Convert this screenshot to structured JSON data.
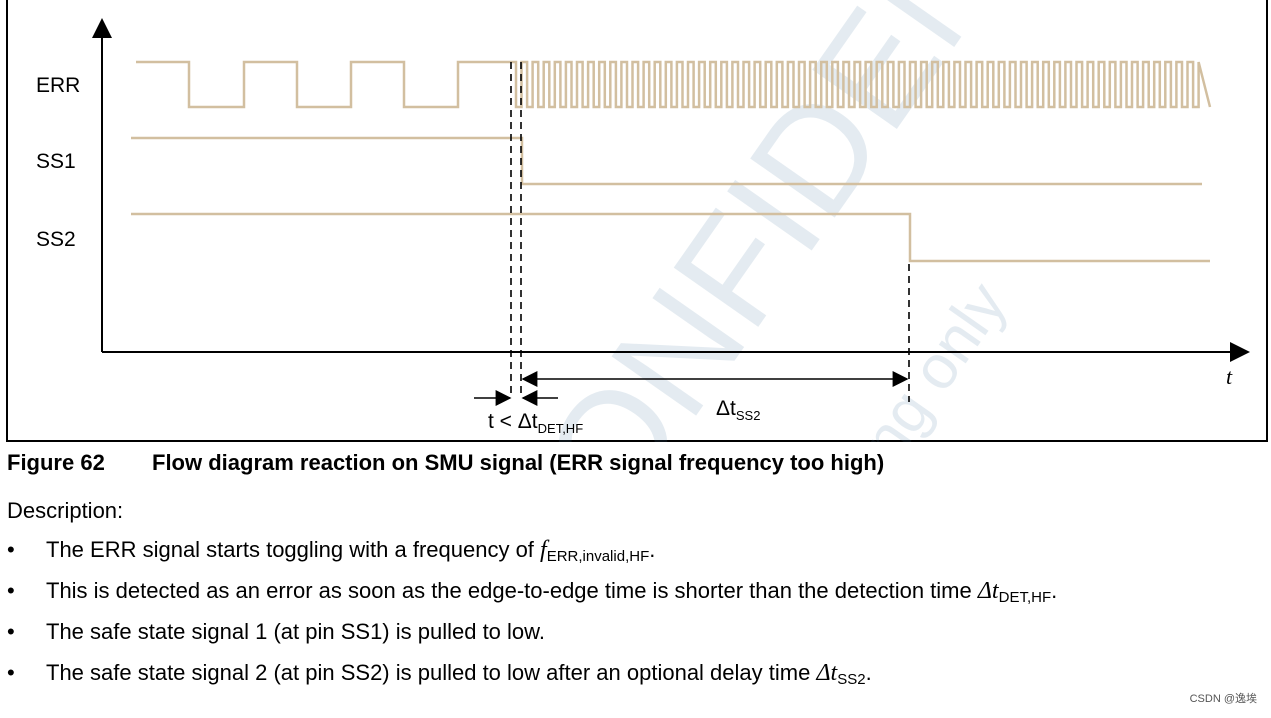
{
  "diagram": {
    "signals": [
      {
        "id": "err",
        "label": "ERR"
      },
      {
        "id": "ss1",
        "label": "SS1"
      },
      {
        "id": "ss2",
        "label": "SS2"
      }
    ],
    "time_axis_label": "t",
    "annotation_det": {
      "text": "t < Δt",
      "sub": "DET,HF"
    },
    "annotation_ss2": {
      "text": "Δt",
      "sub": "SS2"
    },
    "signal_color": "#d2bfa0",
    "watermark": {
      "big": "CONFIDENTIAL",
      "small": "by Marketing only",
      "color": "#4a7aa0"
    }
  },
  "caption": {
    "number": "Figure 62",
    "title": "Flow diagram reaction on SMU signal (ERR signal frequency too high)"
  },
  "description": {
    "title": "Description:",
    "items": [
      {
        "text": "The ERR signal starts toggling with a frequency of ",
        "sym": "f",
        "sub": "ERR,invalid,HF",
        "end": "."
      },
      {
        "text": "This is detected as an error as soon as the edge-to-edge time is shorter than the detection time ",
        "sym": "Δt",
        "sub": "DET,HF",
        "end": "."
      },
      {
        "text": "The safe state signal 1 (at pin SS1) is pulled to low.",
        "sym": "",
        "sub": "",
        "end": ""
      },
      {
        "text": "The safe state signal 2 (at pin SS2) is pulled to low after an optional delay time ",
        "sym": "Δt",
        "sub": "SS2",
        "end": "."
      }
    ]
  },
  "footer_credit": "CSDN @逸埃"
}
